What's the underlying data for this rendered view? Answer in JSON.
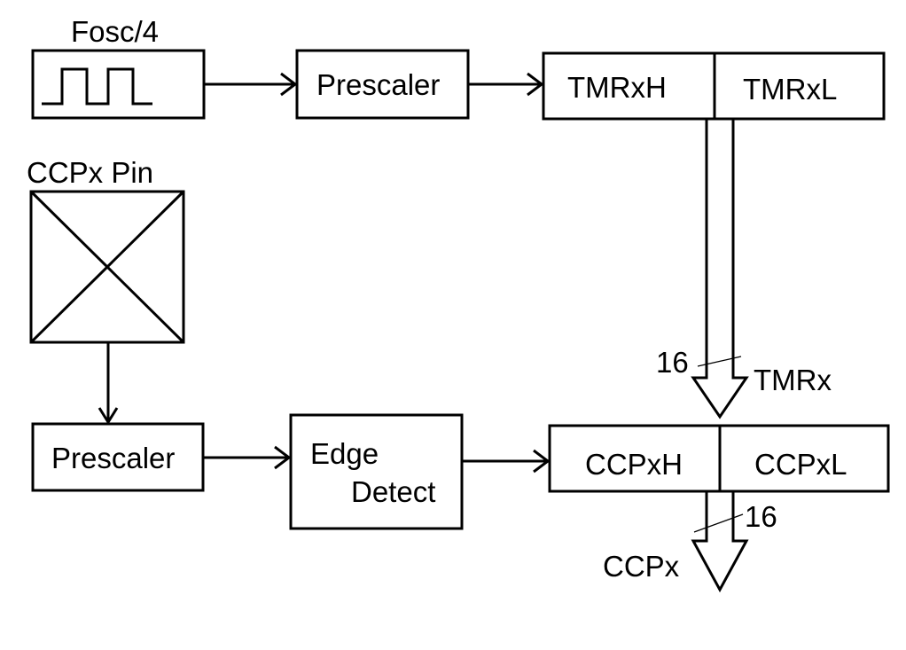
{
  "clock": {
    "label": "Fosc/4"
  },
  "pin": {
    "label": "CCPx Pin"
  },
  "blocks": {
    "prescaler_top": "Prescaler",
    "prescaler_bottom": "Prescaler",
    "edge_detect_line1": "Edge",
    "edge_detect_line2": "Detect"
  },
  "timer_register": {
    "high": "TMRxH",
    "low": "TMRxL"
  },
  "capture_register": {
    "high": "CCPxH",
    "low": "CCPxL"
  },
  "buses": {
    "timer_bus": {
      "width": "16",
      "label": "TMRx"
    },
    "capture_bus": {
      "width": "16",
      "label": "CCPx"
    }
  }
}
